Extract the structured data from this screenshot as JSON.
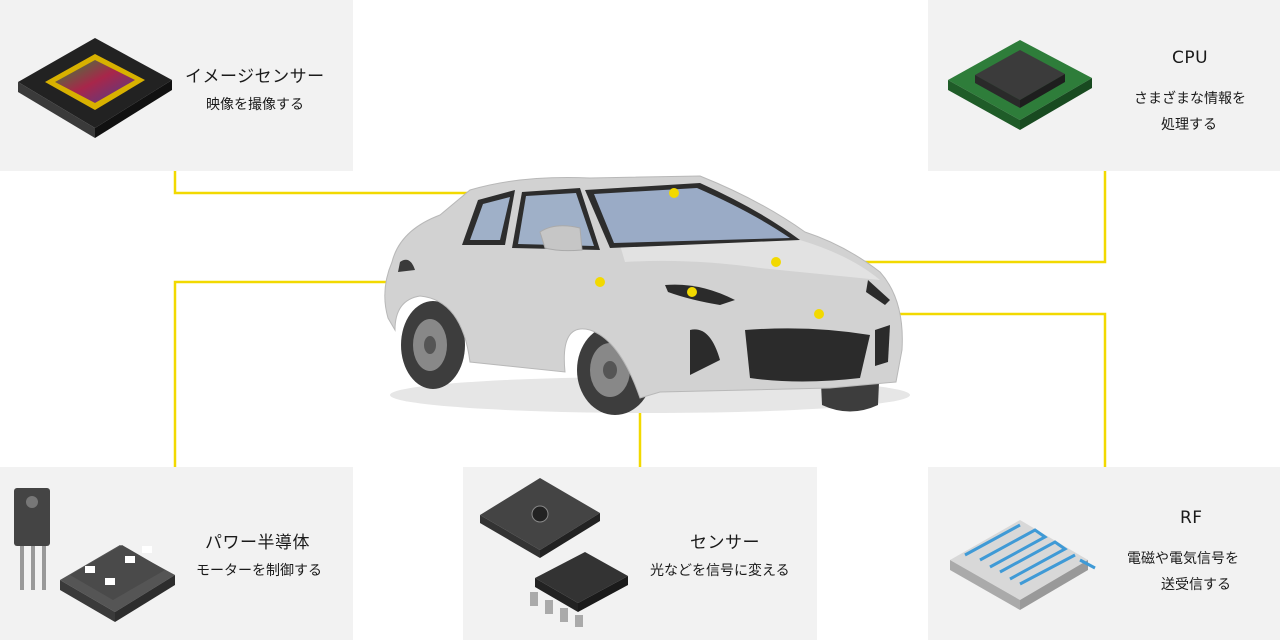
{
  "components": {
    "image_sensor": {
      "title": "イメージセンサー",
      "desc": "映像を撮像する"
    },
    "cpu": {
      "title": "CPU",
      "desc_lines": [
        "さまざまな情報を",
        "処理する"
      ]
    },
    "power": {
      "title": "パワー半導体",
      "desc": "モーターを制御する"
    },
    "sensor": {
      "title": "センサー",
      "desc": "光などを信号に変える"
    },
    "rf": {
      "title": "RF",
      "desc_lines": [
        "電磁や電気信号を",
        "送受信する"
      ]
    }
  },
  "colors": {
    "connector": "#f2d900",
    "panel": "#f2f2f2",
    "car_body": "#d2d2d2"
  }
}
